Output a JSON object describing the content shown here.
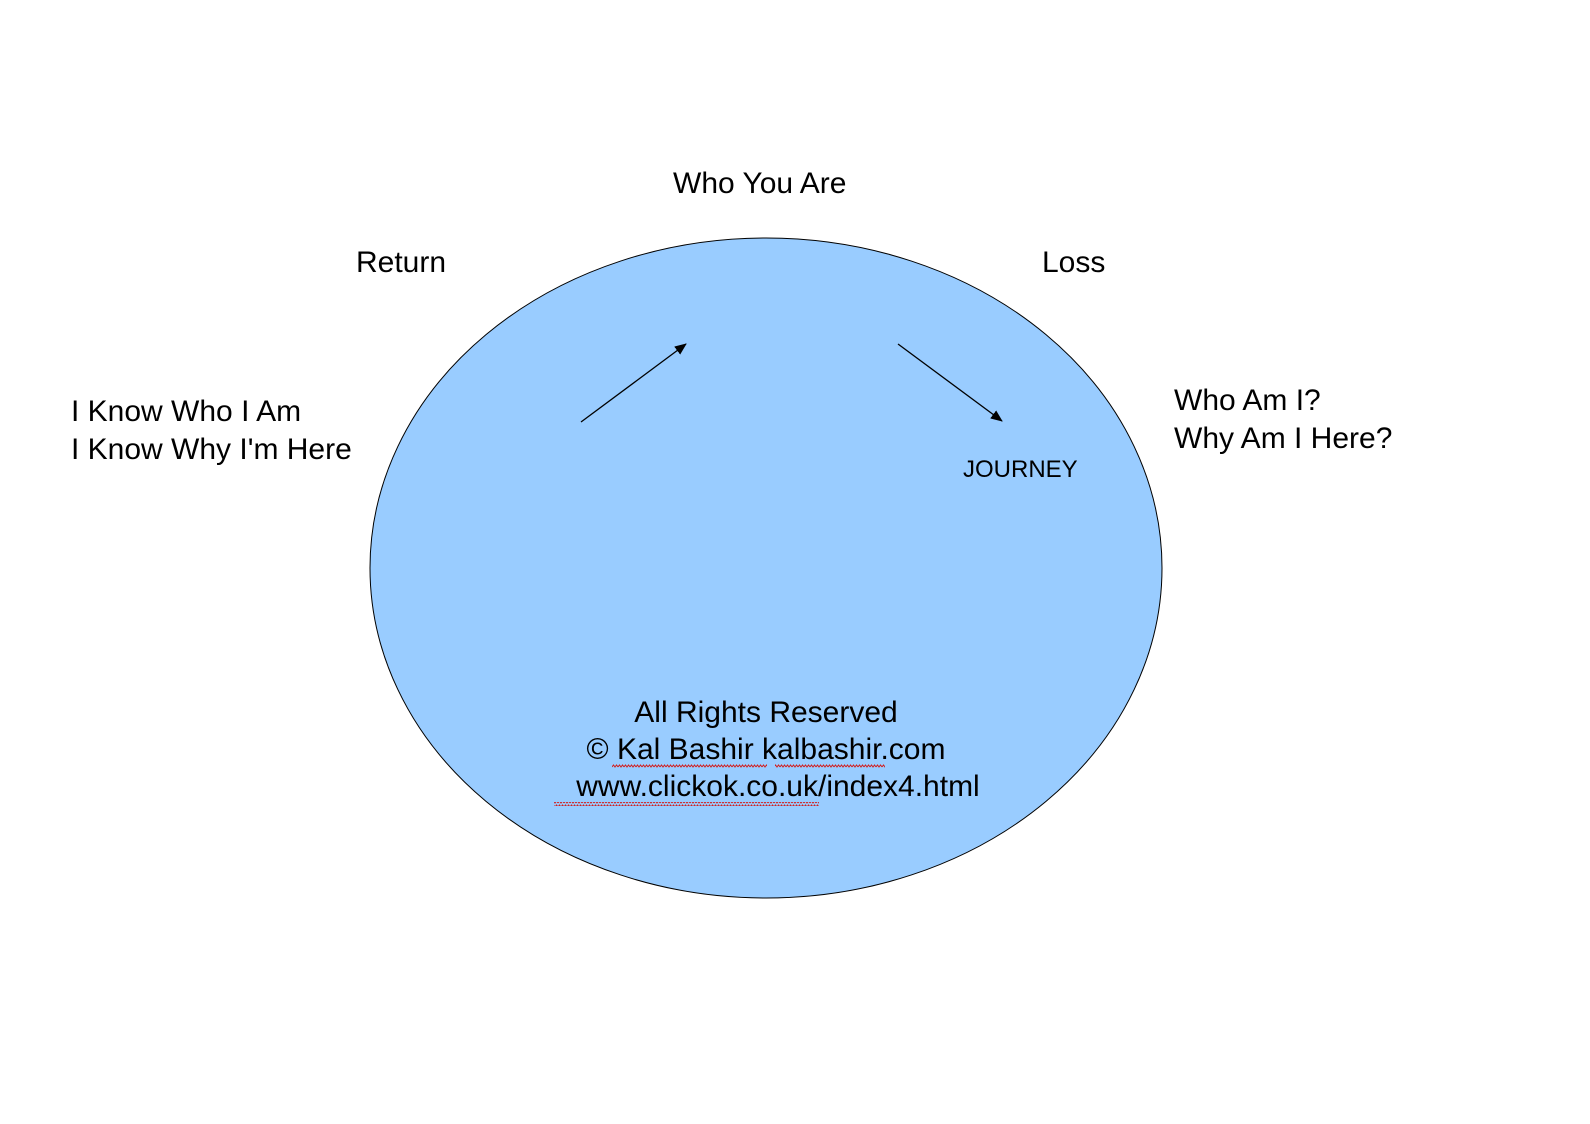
{
  "colors": {
    "ellipse_fill": "#99CCFF",
    "ellipse_stroke": "#000000",
    "spellcheck": "#d02020"
  },
  "labels": {
    "top": "Who You Are",
    "return": "Return",
    "loss": "Loss",
    "left_line1": "I Know Who I Am",
    "left_line2": "I Know Why I'm Here",
    "right_line1": "Who Am I?",
    "right_line2": "Why Am I Here?",
    "journey": "JOURNEY"
  },
  "footer": {
    "line1": "All Rights Reserved",
    "line2": "© Kal Bashir kalbashir.com",
    "line3": "www.clickok.co.uk/index4.html"
  }
}
